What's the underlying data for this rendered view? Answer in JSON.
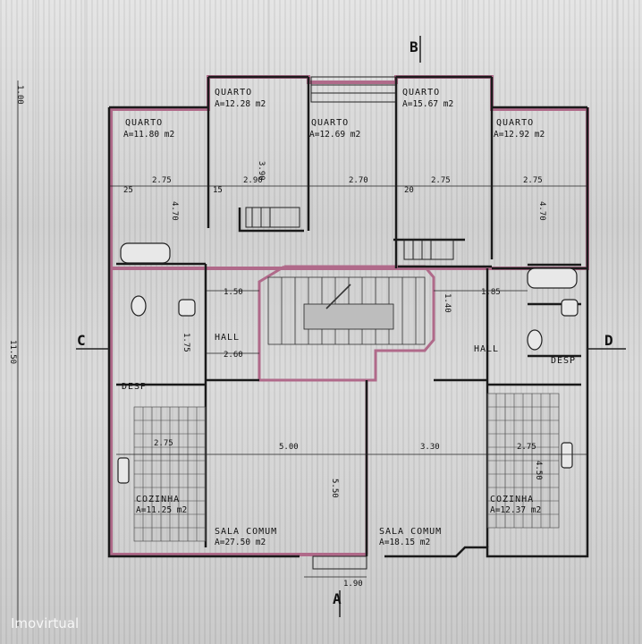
{
  "rooms": [
    {
      "name": "QUARTO",
      "area": "A=11.80 m2"
    },
    {
      "name": "QUARTO",
      "area": "A=12.28 m2"
    },
    {
      "name": "QUARTO",
      "area": "A=12.69 m2"
    },
    {
      "name": "QUARTO",
      "area": "A=15.67 m2"
    },
    {
      "name": "QUARTO",
      "area": "A=12.92 m2"
    },
    {
      "name": "HALL",
      "area": ""
    },
    {
      "name": "HALL",
      "area": ""
    },
    {
      "name": "DESP",
      "area": ""
    },
    {
      "name": "DESP",
      "area": ""
    },
    {
      "name": "COZINHA",
      "area": "A=11.25 m2"
    },
    {
      "name": "COZINHA",
      "area": "A=12.37 m2"
    },
    {
      "name": "SALA COMUM",
      "area": "A=27.50 m2"
    },
    {
      "name": "SALA COMUM",
      "area": "A=18.15 m2"
    }
  ],
  "dimensions": [
    "2.75",
    "2.90",
    "2.70",
    "2.75",
    "2.75",
    "1.50",
    "1.85",
    "2.60",
    "5.00",
    "3.30",
    "2.75",
    "2.75",
    "5.50",
    "11.50",
    "4.70",
    "4.70",
    "3.90",
    "1.90",
    "1.00",
    "25",
    "15",
    "20",
    "1.40",
    "1.75",
    "4.50"
  ],
  "section_markers": [
    "A",
    "B",
    "C",
    "D"
  ],
  "watermark": "Imovirtual"
}
